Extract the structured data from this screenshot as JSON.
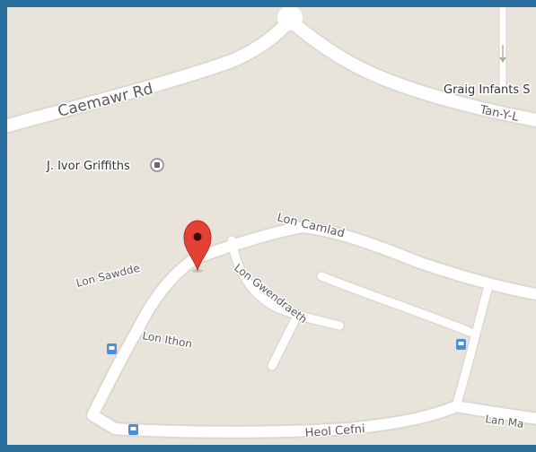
{
  "map": {
    "roads": {
      "caemawr_rd": "Caemawr Rd",
      "tan_y_l": "Tan-Y-L",
      "lon_camlad": "Lon Camlad",
      "lon_sawdde": "Lon Sawdde",
      "lon_gwendraeth": "Lon Gwendraeth",
      "lon_ithon": "Lon Ithon",
      "heol_cefni": "Heol Cefni",
      "lan_ma": "Lan Ma"
    },
    "pois": {
      "j_ivor_griffiths": "J. Ivor Griffiths",
      "graig_infants": "Graig Infants S"
    },
    "icons": {
      "marker": "map-pin-icon",
      "bus_stop": "bus-stop-icon",
      "poi": "poi-dot-icon",
      "one_way": "one-way-arrow-icon"
    },
    "colors": {
      "frame": "#2a6f9b",
      "land": "#e8e4dc",
      "road": "#ffffff",
      "marker": "#e34133",
      "bus": "#4a8fd8"
    }
  }
}
